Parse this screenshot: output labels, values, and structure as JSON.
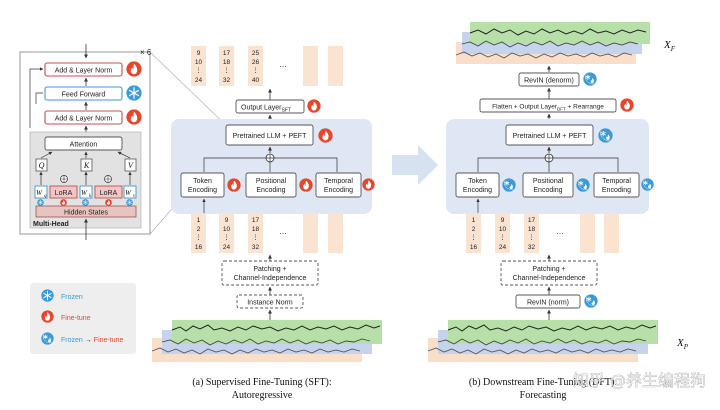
{
  "detail": {
    "repeat": "× 6",
    "add_norm_top": "Add & Layer Norm",
    "feed_forward": "Feed Forward",
    "add_norm_mid": "Add & Layer Norm",
    "attention": "Attention",
    "q": "Q",
    "k": "K",
    "v": "V",
    "wq": "W",
    "wq_sub": "q",
    "wk": "W",
    "wk_sub": "k",
    "wv": "W",
    "wv_sub": "v",
    "lora1": "LoRA",
    "lora2": "LoRA",
    "hidden_states": "Hidden States",
    "multi_head": "Multi-Head"
  },
  "legend": {
    "frozen": "Frozen",
    "finetune": "Fine-tune",
    "frozen_arrow": "Frozen",
    "to": "→",
    "finetune_arrow": "Fine-tune"
  },
  "sft": {
    "patches_top": [
      [
        "9",
        "10",
        "⋮",
        "24"
      ],
      [
        "17",
        "18",
        "⋮",
        "32"
      ],
      [
        "25",
        "26",
        "⋮",
        "40"
      ]
    ],
    "dots_top": "…",
    "output_layer": "Output Layer",
    "output_sub": "SFT",
    "pllm": "Pretrained LLM + PEFT",
    "token_enc": [
      "Token",
      "Encoding"
    ],
    "pos_enc": [
      "Positional",
      "Encoding"
    ],
    "temp_enc": [
      "Temporal",
      "Encoding"
    ],
    "patches_bottom": [
      [
        "1",
        "2",
        "⋮",
        "16"
      ],
      [
        "9",
        "10",
        "⋮",
        "24"
      ],
      [
        "17",
        "18",
        "⋮",
        "32"
      ]
    ],
    "dots_bottom": "…",
    "patching": [
      "Patching +",
      "Channel-Independence"
    ],
    "instance_norm": "Instance Norm",
    "caption": [
      "(a) Supervised Fine-Tuning (SFT):",
      "Autoregressive"
    ]
  },
  "ds": {
    "xf": "X",
    "xf_sub": "F",
    "revin_denorm": "RevIN (denorm)",
    "flatten": "Flatten + Output Layer",
    "flatten_sub": "DFT",
    "rearrange": " + Rearrange",
    "pllm": "Pretrained LLM + PEFT",
    "token_enc": [
      "Token",
      "Encoding"
    ],
    "pos_enc": [
      "Positional",
      "Encoding"
    ],
    "temp_enc": [
      "Temporal",
      "Encoding"
    ],
    "patches_bottom": [
      [
        "1",
        "2",
        "⋮",
        "16"
      ],
      [
        "9",
        "10",
        "⋮",
        "24"
      ],
      [
        "17",
        "18",
        "⋮",
        "32"
      ]
    ],
    "dots_bottom": "…",
    "patching": [
      "Patching +",
      "Channel-Independence"
    ],
    "revin_norm": "RevIN (norm)",
    "xp": "X",
    "xp_sub": "P",
    "caption": [
      "(b) Downstream Fine-Tuning (DFT):",
      "Forecasting"
    ]
  },
  "watermark": "知乎 @养生编程狗",
  "colors": {
    "blue_panel": "#dfe7f4",
    "patch_fill": "#fbe3d2",
    "box_border": "#c0504d",
    "fire": "#e8462b",
    "frozen": "#3b9ad9",
    "lora_fill": "#f3c6c6",
    "hidden_fill": "#e7c4bf",
    "series_green": "#b7dfa8",
    "series_blue": "#c5d4ec",
    "series_orange": "#f9dfc9"
  }
}
